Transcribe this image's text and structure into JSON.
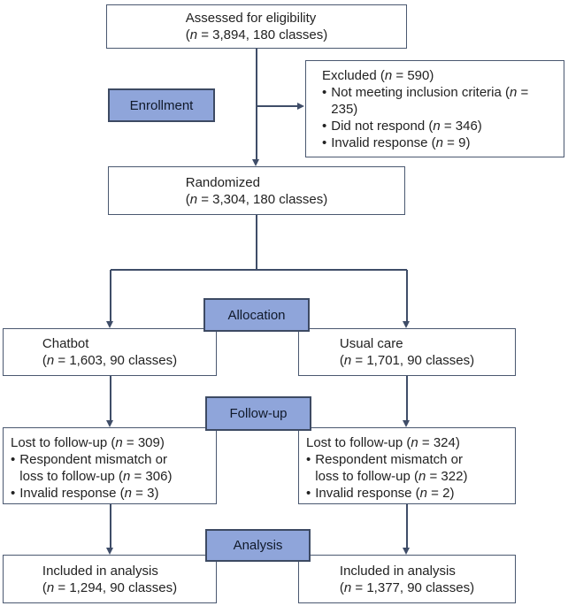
{
  "diagram": {
    "kind": "CONSORT-style participant flow diagram",
    "stage_labels": {
      "enrollment": "Enrollment",
      "allocation": "Allocation",
      "followup": "Follow-up",
      "analysis": "Analysis"
    },
    "assessed_box": {
      "line1": "Assessed for eligibility",
      "line2": "(n = 3,894, 180 classes)"
    },
    "excluded_box": {
      "title": "Excluded (n = 590)",
      "bullets": [
        "Not meeting inclusion criteria (n = 235)",
        "Did not respond (n = 346)",
        "Invalid response (n = 9)"
      ]
    },
    "randomized_box": {
      "line1": "Randomized",
      "line2": "(n = 3,304, 180 classes)"
    },
    "chatbot_box": {
      "line1": "Chatbot",
      "line2": "(n = 1,603, 90 classes)"
    },
    "usual_care_box": {
      "line1": "Usual care",
      "line2": "(n = 1,701, 90 classes)"
    },
    "lost_left_box": {
      "title": "Lost to follow-up (n = 309)",
      "bullets": [
        "Respondent mismatch or loss to follow-up (n = 306)",
        "Invalid response (n = 3)"
      ]
    },
    "lost_right_box": {
      "title": "Lost to follow-up (n = 324)",
      "bullets": [
        "Respondent mismatch or loss to follow-up (n = 322)",
        "Invalid response (n = 2)"
      ]
    },
    "included_left_box": {
      "line1": "Included in analysis",
      "line2": "(n = 1,294, 90 classes)"
    },
    "included_right_box": {
      "line1": "Included in analysis",
      "line2": "(n = 1,377, 90 classes)"
    },
    "colors": {
      "stage_label_fill": "#8fa5da",
      "stage_label_border": "#3d4a63",
      "box_border": "#4a5870",
      "connector_line": "#3f4d68",
      "text": "#222222"
    }
  }
}
